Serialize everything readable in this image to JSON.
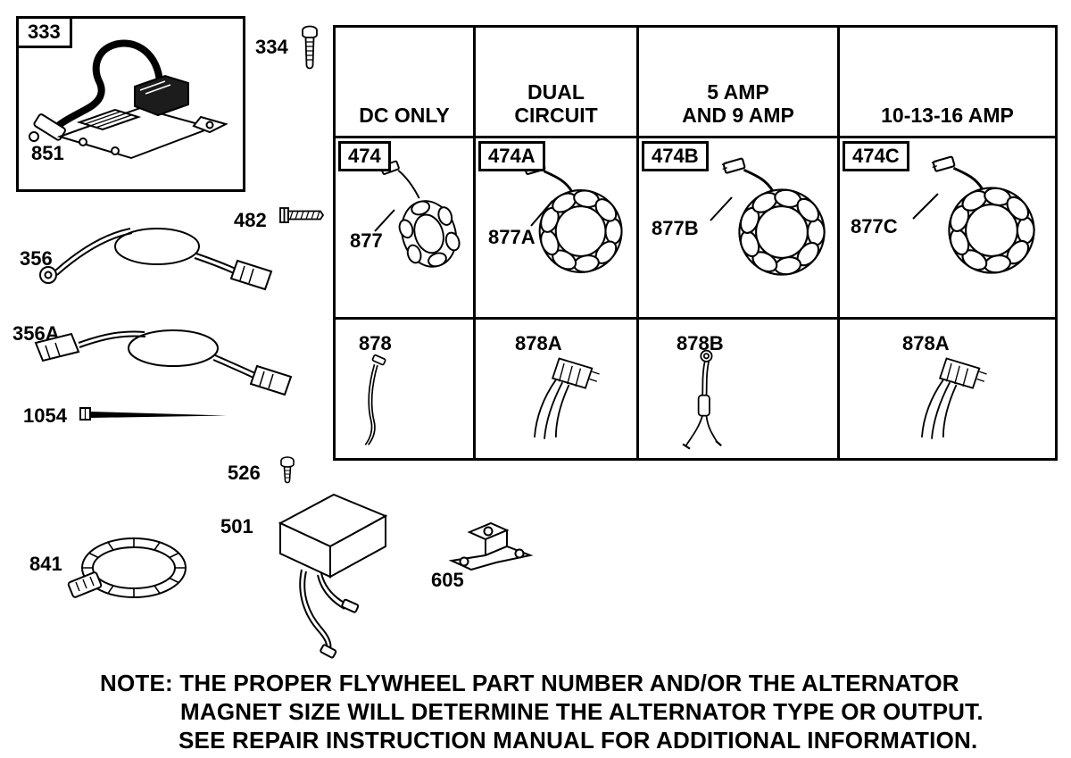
{
  "ink": "#000000",
  "left_column": {
    "ignition_module_box": {
      "part": "333",
      "coil_part": "851"
    },
    "screw": "334",
    "bolt": "482",
    "harness_a": "356",
    "harness_b": "356A",
    "cable_tie": "1054",
    "screw_small": "526",
    "regulator_module": "501",
    "bracket": "605",
    "clamp": "841"
  },
  "table": {
    "columns": [
      {
        "header": "DC ONLY",
        "variant": "474",
        "stator": "877",
        "lead": "878"
      },
      {
        "header": "DUAL\nCIRCUIT",
        "variant": "474A",
        "stator": "877A",
        "lead": "878A"
      },
      {
        "header": "5 AMP\nAND 9 AMP",
        "variant": "474B",
        "stator": "877B",
        "lead": "878B"
      },
      {
        "header": "10-13-16 AMP",
        "variant": "474C",
        "stator": "877C",
        "lead": "878A"
      }
    ]
  },
  "note": {
    "line1": "NOTE: THE PROPER FLYWHEEL PART NUMBER AND/OR THE ALTERNATOR",
    "line2": "MAGNET SIZE WILL DETERMINE THE ALTERNATOR TYPE OR OUTPUT.",
    "line3": "SEE REPAIR INSTRUCTION MANUAL FOR ADDITIONAL INFORMATION."
  }
}
